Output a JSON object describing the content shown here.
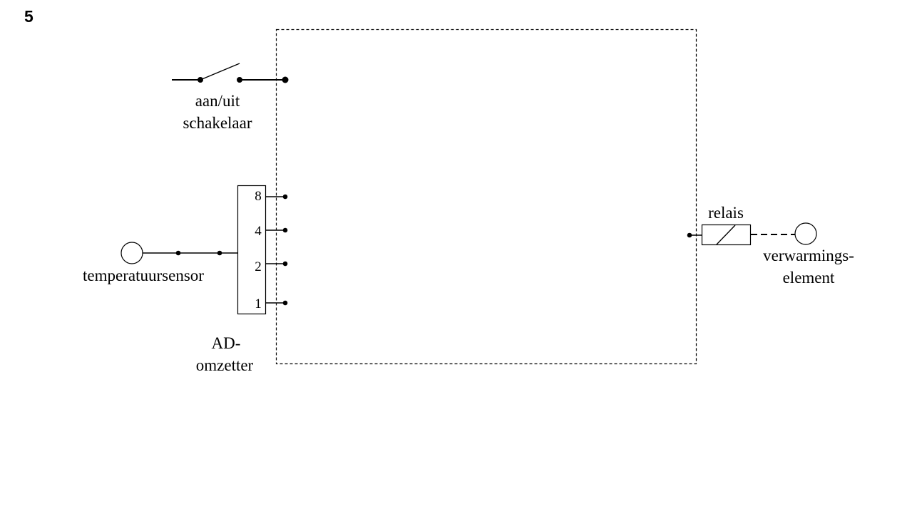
{
  "question_number": "5",
  "labels": {
    "switch_line1": "aan/uit",
    "switch_line2": "schakelaar",
    "sensor": "temperatuursensor",
    "adc_line1": "AD-",
    "adc_line2": "omzetter",
    "relay": "relais",
    "heater_line1": "verwarmings-",
    "heater_line2": "element"
  },
  "adc_pins": [
    "8",
    "4",
    "2",
    "1"
  ]
}
